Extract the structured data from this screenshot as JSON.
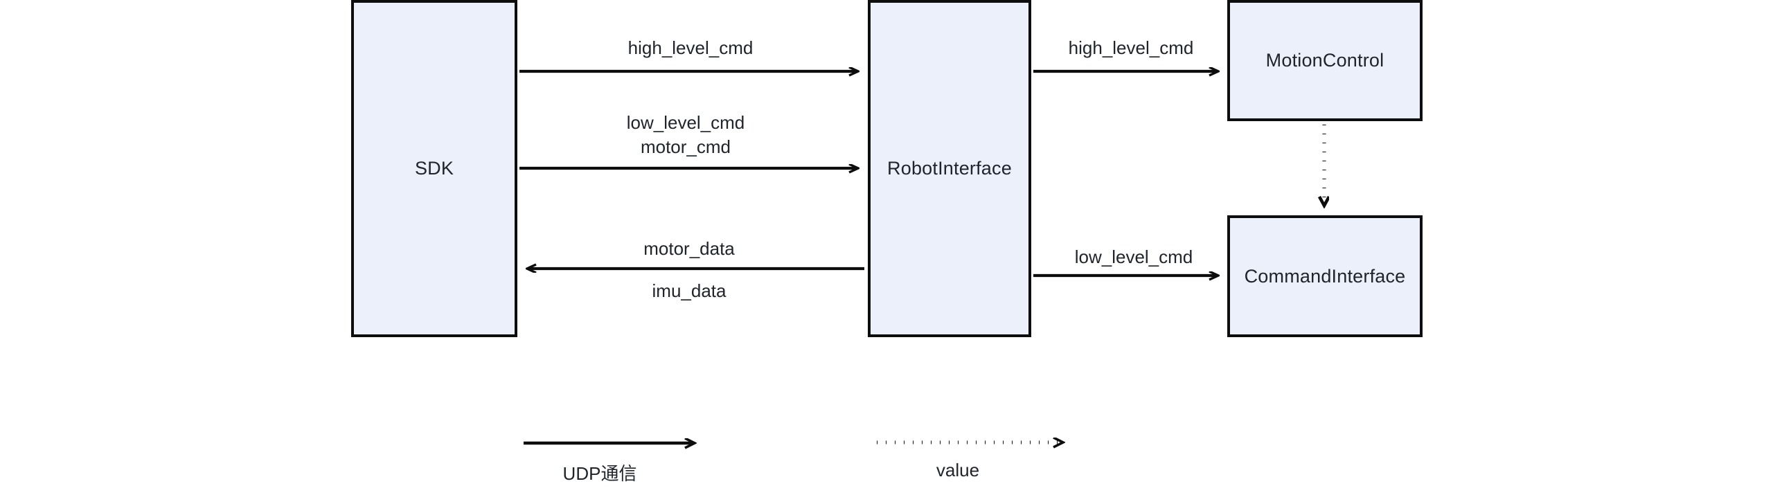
{
  "diagram": {
    "type": "block-diagram",
    "background_color": "#ffffff",
    "box_fill_color": "#ebf0fa",
    "box_border_color": "#0d0d0d",
    "text_color": "#20242b",
    "nodes": [
      {
        "id": "sdk",
        "label": "SDK"
      },
      {
        "id": "robot_interface",
        "label": "RobotInterface"
      },
      {
        "id": "motion_control",
        "label": "MotionControl"
      },
      {
        "id": "command_interface",
        "label": "CommandInterface"
      }
    ],
    "edges": [
      {
        "id": "sdk-to-robot-high",
        "from": "sdk",
        "to": "robot_interface",
        "direction": "right",
        "style": "solid",
        "label_lines": [
          "high_level_cmd"
        ]
      },
      {
        "id": "sdk-to-robot-low",
        "from": "sdk",
        "to": "robot_interface",
        "direction": "right",
        "style": "solid",
        "label_lines": [
          "low_level_cmd",
          "motor_cmd"
        ]
      },
      {
        "id": "robot-to-sdk-data",
        "from": "robot_interface",
        "to": "sdk",
        "direction": "left",
        "style": "solid",
        "label_above": "motor_data",
        "label_below": "imu_data"
      },
      {
        "id": "robot-to-motion",
        "from": "robot_interface",
        "to": "motion_control",
        "direction": "right",
        "style": "solid",
        "label_lines": [
          "high_level_cmd"
        ]
      },
      {
        "id": "robot-to-command",
        "from": "robot_interface",
        "to": "command_interface",
        "direction": "right",
        "style": "solid",
        "label_lines": [
          "low_level_cmd"
        ]
      },
      {
        "id": "motion-to-command",
        "from": "motion_control",
        "to": "command_interface",
        "direction": "down",
        "style": "dotted",
        "label_lines": []
      }
    ]
  },
  "labels": {
    "high_level_cmd_left": "high_level_cmd",
    "low_level_cmd_left": "low_level_cmd",
    "motor_cmd_left": "motor_cmd",
    "motor_data": "motor_data",
    "imu_data": "imu_data",
    "high_level_cmd_right": "high_level_cmd",
    "low_level_cmd_right": "low_level_cmd"
  },
  "legend": {
    "items": [
      {
        "id": "udp",
        "style": "solid",
        "label": "UDP通信"
      },
      {
        "id": "value",
        "style": "dotted",
        "label": "value"
      }
    ]
  }
}
